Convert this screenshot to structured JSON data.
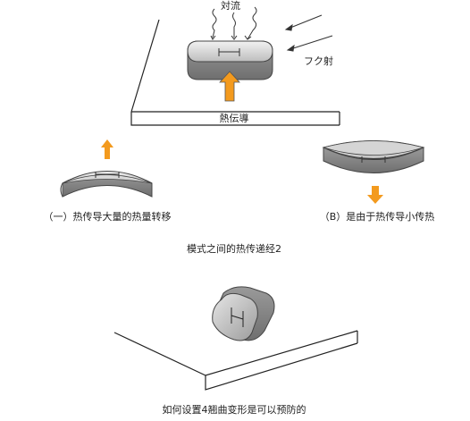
{
  "top_diagram": {
    "label_convection": "対流",
    "label_radiation": "フク射",
    "label_conduction": "熱伝導"
  },
  "left_case": {
    "caption": "（一）热传导大量的热量转移"
  },
  "right_case": {
    "caption": "（B）是由于热传导小传热"
  },
  "middle_caption": "模式之间的热传递经2",
  "bottom_caption": "如何设置4翘曲变形是可以预防的",
  "colors": {
    "arrow_orange": "#f39a1e",
    "part_gray": "#8f8f8f",
    "part_light": "#c7c7c7"
  }
}
